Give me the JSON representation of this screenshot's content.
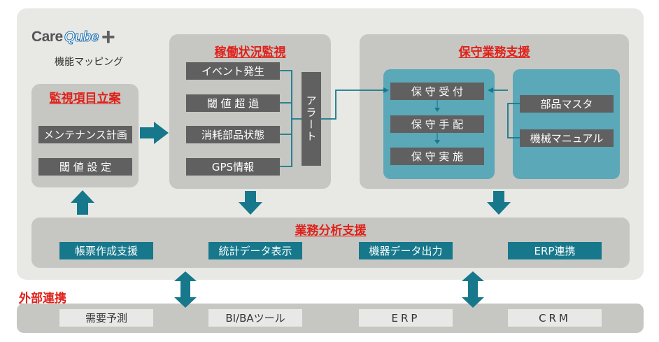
{
  "logo": {
    "care": "Care",
    "qube": "Qube",
    "plus": "+",
    "subtitle": "機能マッピング"
  },
  "kanshi_koumoku": {
    "title": "監視項目立案",
    "items": [
      "メンテナンス計画",
      "閾 値 設 定"
    ]
  },
  "kadou": {
    "title": "稼働状況監視",
    "items": [
      "イベント発生",
      "閾 値 超 過",
      "消耗部品状態",
      "GPS情報"
    ],
    "alert": "アラート"
  },
  "hoshu": {
    "title": "保守業務支援",
    "flow": [
      "保 守 受 付",
      "保 守 手 配",
      "保 守 実 施"
    ],
    "masters": [
      "部品マスタ",
      "機械マニュアル"
    ]
  },
  "bunseki": {
    "title": "業務分析支援",
    "items": [
      "帳票作成支援",
      "統計データ表示",
      "機器データ出力",
      "ERP連携"
    ]
  },
  "gaibu": {
    "title": "外部連携",
    "items": [
      "需要予測",
      "BI/BAツール",
      "ERP",
      "CRM"
    ]
  },
  "colors": {
    "teal": "#17788c",
    "teal_light": "#5aa8b8",
    "red": "#e0201a",
    "dark_box": "#606060",
    "panel": "#c6c7c2"
  }
}
